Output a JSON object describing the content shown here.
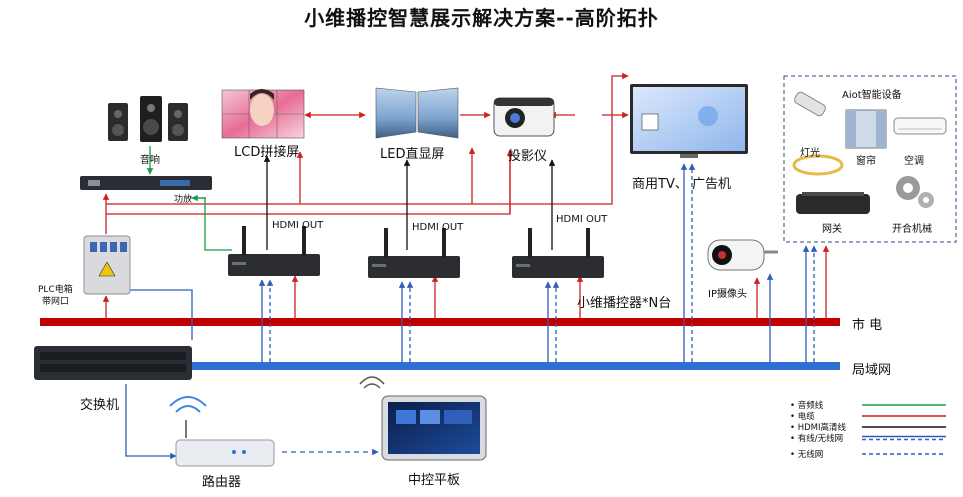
{
  "title": "小维播控智慧展示解决方案--高阶拓扑",
  "labels": {
    "speaker": "音响",
    "amplifier": "功放",
    "lcd": "LCD拼接屏",
    "led": "LED直显屏",
    "projector": "投影仪",
    "commercial_tv": "商用TV、 广告机",
    "hdmi_out": "HDMI OUT",
    "controller": "小维播控器*N台",
    "plc_line1": "PLC电箱",
    "plc_line2": "带网口",
    "ip_camera": "IP摄像头",
    "power_bus": "市 电",
    "lan_bus": "局域网",
    "switch": "交换机",
    "router": "路由器",
    "tablet": "中控平板"
  },
  "aiot": {
    "title": "Aiot智能设备",
    "light": "灯光",
    "curtain": "窗帘",
    "ac": "空调",
    "gateway": "网关",
    "door": "开合机械"
  },
  "legend": [
    {
      "label": "音频线",
      "color": "#1a9c4a",
      "style": "solid"
    },
    {
      "label": "电缆",
      "color": "#d01f1f",
      "style": "solid"
    },
    {
      "label": "HDMI高清线",
      "color": "#111111",
      "style": "solid"
    },
    {
      "label": "有线/无线网",
      "color": "#2f5fb8",
      "style": "double"
    },
    {
      "label": "无线网",
      "color": "#2f5fb8",
      "style": "dashed"
    }
  ],
  "colors": {
    "power": "#c00000",
    "lan": "#2f6fd6",
    "audio": "#1a9c4a",
    "cable": "#d01f1f",
    "net": "#2f5fb8"
  }
}
